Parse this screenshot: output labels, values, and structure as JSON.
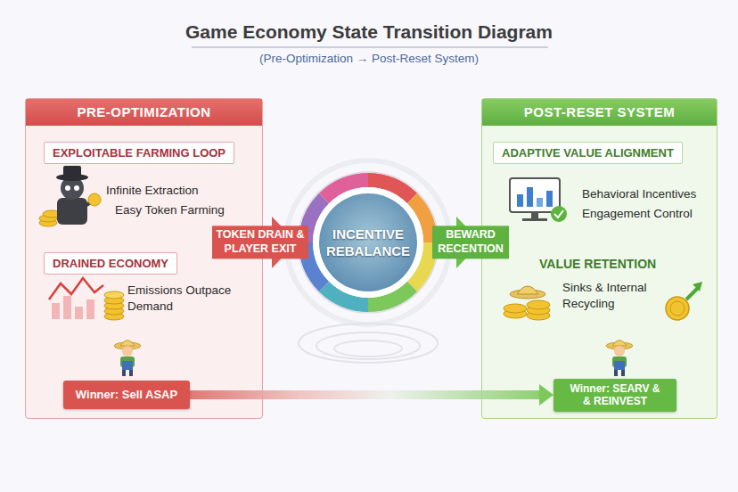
{
  "diagram": {
    "title": "Game Economy State Transition Diagram",
    "caption": "(Pre-Optimization → Post-Reset System)",
    "nodes": [
      {
        "text": [
          "PRE-OPTIMIZATION"
        ]
      },
      {
        "text": [
          "EXPLOITABLE FARMING LOOP",
          "Infinite Extraction",
          "Easy Token Farming"
        ],
        "in": 0
      },
      {
        "text": [
          "DRAINED ECONOMY",
          "Emissions Outpace Demand"
        ],
        "in": 0
      },
      {
        "text": [
          "Winner: Sell ASAP"
        ],
        "in": 0
      },
      {
        "text": [
          "INCENTIVE REBALANCE"
        ]
      },
      {
        "text": [
          "POST-RESET SYSTEM"
        ]
      },
      {
        "text": [
          "ADAPTIVE VALUE ALIGNMENT",
          "Behavioral Incentives",
          "Engagement Control"
        ],
        "in": 5
      },
      {
        "text": [
          "VALUE RETENTION",
          "Sinks & Internal Recycling"
        ],
        "in": 5
      },
      {
        "text": [
          "Winner: SEARV & & REINVEST"
        ],
        "in": 5
      }
    ],
    "edges": [
      {
        "from": 0,
        "to": 4,
        "arrow": "to",
        "label": "TOKEN DRAIN & PLAYER EXIT"
      },
      {
        "from": 4,
        "to": 5,
        "arrow": "to",
        "label": "BEWARD RECENTION"
      },
      {
        "from": 3,
        "to": 8,
        "arrow": "to"
      }
    ]
  }
}
